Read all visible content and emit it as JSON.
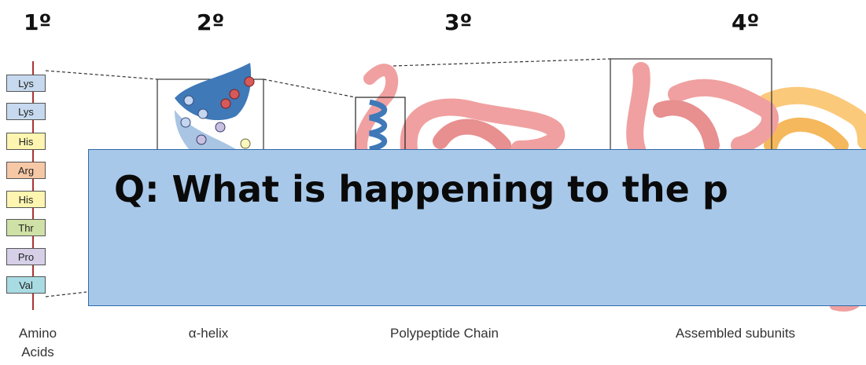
{
  "levels": [
    "1º",
    "2º",
    "3º",
    "4º"
  ],
  "amino_acids": [
    "Lys",
    "Lys",
    "His",
    "Arg",
    "His",
    "Thr",
    "Pro",
    "Val"
  ],
  "aa_colors": [
    "#c6d9ee",
    "#c6d9ee",
    "#fdf5b0",
    "#f7c8a6",
    "#fdf5b0",
    "#cfe1a6",
    "#d6cfe7",
    "#a9dbe3"
  ],
  "captions": {
    "amino": "Amino\nAcids",
    "helix": "α-helix",
    "chain": "Polypeptide Chain",
    "subunits": "Assembled subunits"
  },
  "question": "Q: What is happening to the p"
}
